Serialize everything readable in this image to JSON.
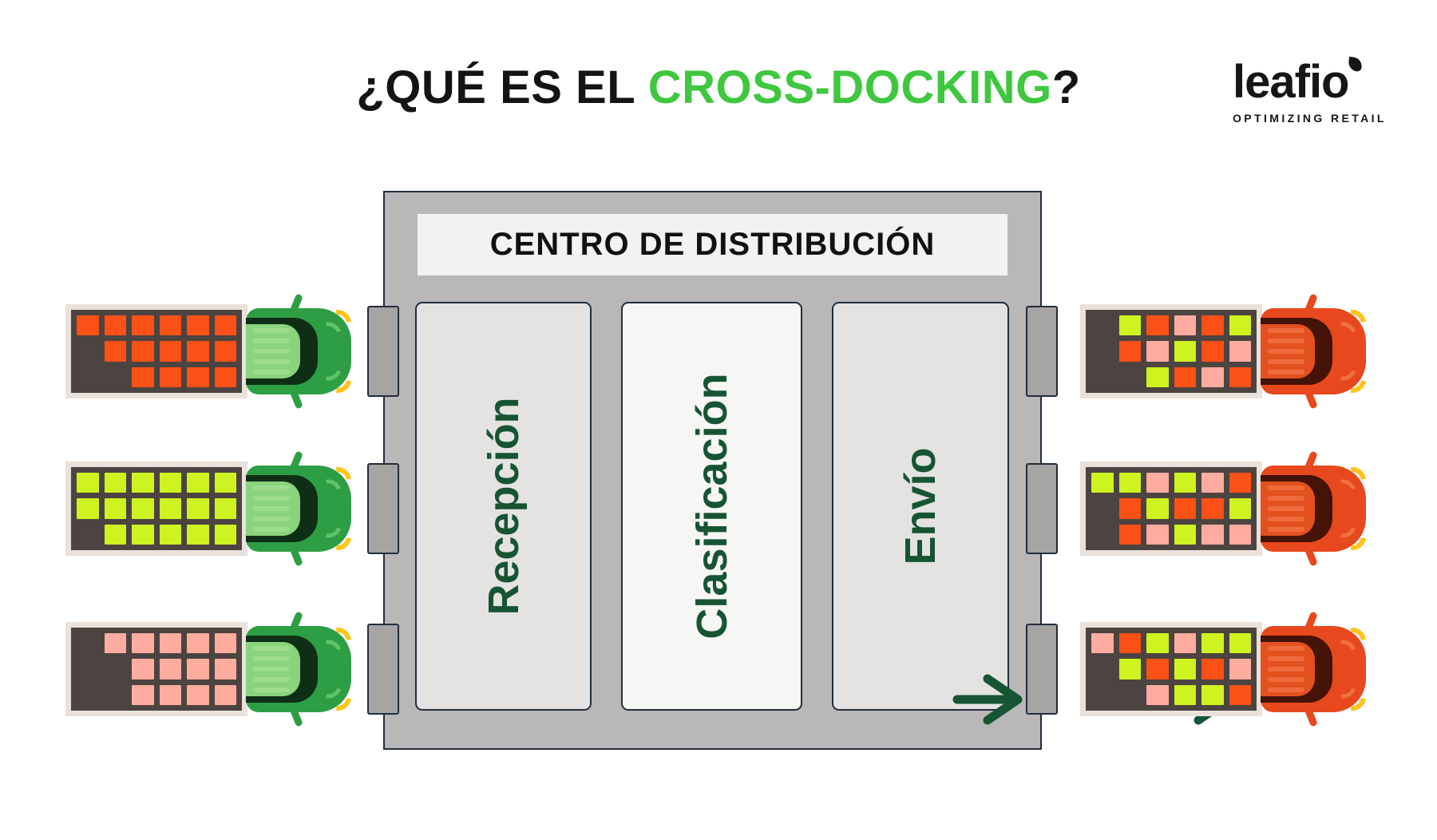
{
  "title": {
    "prefix": "¿QUÉ ES EL ",
    "highlight": "CROSS-DOCKING",
    "suffix": "?"
  },
  "logo": {
    "brand": "leafio",
    "tagline": "OPTIMIZING RETAIL"
  },
  "building": {
    "header": "CENTRO DE DISTRIBUCIÓN",
    "zones": [
      {
        "label": "Recepción"
      },
      {
        "label": "Clasificación"
      },
      {
        "label": "Envío"
      }
    ]
  },
  "colors": {
    "accent_green": "#3FC73F",
    "dark_green": "#165434",
    "building_grey": "#B9B7B7",
    "orange": "#FB5016",
    "lime": "#CEF320",
    "pink": "#FFACA0"
  },
  "trucks": {
    "left": [
      {
        "cab_color": "green",
        "cargo": [
          "orange",
          "orange",
          "orange",
          "orange",
          "orange",
          "orange",
          null,
          "orange",
          "orange",
          "orange",
          "orange",
          "orange",
          null,
          null,
          "orange",
          "orange",
          "orange",
          "orange"
        ]
      },
      {
        "cab_color": "green",
        "cargo": [
          "lime",
          "lime",
          "lime",
          "lime",
          "lime",
          "lime",
          "lime",
          "lime",
          "lime",
          "lime",
          "lime",
          "lime",
          null,
          "lime",
          "lime",
          "lime",
          "lime",
          "lime"
        ]
      },
      {
        "cab_color": "green",
        "cargo": [
          null,
          "pink",
          "pink",
          "pink",
          "pink",
          "pink",
          null,
          null,
          "pink",
          "pink",
          "pink",
          "pink",
          null,
          null,
          "pink",
          "pink",
          "pink",
          "pink"
        ]
      }
    ],
    "right": [
      {
        "cab_color": "red",
        "cargo": [
          null,
          "lime",
          "orange",
          "pink",
          "orange",
          "lime",
          null,
          "orange",
          "pink",
          "lime",
          "orange",
          "pink",
          null,
          null,
          "lime",
          "orange",
          "pink",
          "orange"
        ]
      },
      {
        "cab_color": "red",
        "cargo": [
          "lime",
          "lime",
          "pink",
          "lime",
          "pink",
          "orange",
          null,
          "orange",
          "lime",
          "orange",
          "orange",
          "lime",
          null,
          "orange",
          "pink",
          "lime",
          "pink",
          "pink"
        ]
      },
      {
        "cab_color": "red",
        "cargo": [
          "pink",
          "orange",
          "lime",
          "pink",
          "lime",
          "lime",
          null,
          "lime",
          "orange",
          "lime",
          "orange",
          "pink",
          null,
          null,
          "pink",
          "lime",
          "lime",
          "orange"
        ]
      }
    ]
  }
}
